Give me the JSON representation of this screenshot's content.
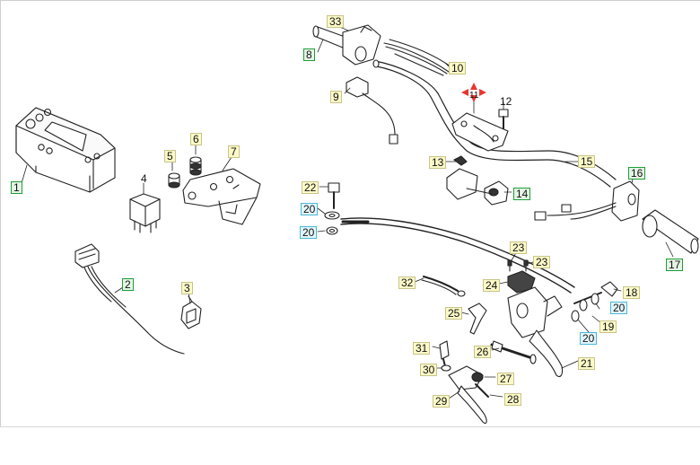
{
  "labels": [
    {
      "id": "p1",
      "text": "1",
      "kind": "green"
    },
    {
      "id": "p2",
      "text": "2",
      "kind": "green"
    },
    {
      "id": "p3",
      "text": "3",
      "kind": "yellow"
    },
    {
      "id": "p4",
      "text": "4",
      "kind": "plain"
    },
    {
      "id": "p5",
      "text": "5",
      "kind": "yellow"
    },
    {
      "id": "p6",
      "text": "6",
      "kind": "yellow"
    },
    {
      "id": "p7",
      "text": "7",
      "kind": "yellow"
    },
    {
      "id": "p8",
      "text": "8",
      "kind": "green"
    },
    {
      "id": "p33",
      "text": "33",
      "kind": "yellow"
    },
    {
      "id": "p9",
      "text": "9",
      "kind": "yellow"
    },
    {
      "id": "p10",
      "text": "10",
      "kind": "yellow"
    },
    {
      "id": "p11",
      "text": "11",
      "kind": "red"
    },
    {
      "id": "p12",
      "text": "12",
      "kind": "plain"
    },
    {
      "id": "p13",
      "text": "13",
      "kind": "yellow"
    },
    {
      "id": "p14",
      "text": "14",
      "kind": "green"
    },
    {
      "id": "p15",
      "text": "15",
      "kind": "yellow"
    },
    {
      "id": "p16",
      "text": "16",
      "kind": "green"
    },
    {
      "id": "p17",
      "text": "17",
      "kind": "green"
    },
    {
      "id": "p18",
      "text": "18",
      "kind": "yellow"
    },
    {
      "id": "p19",
      "text": "19",
      "kind": "yellow"
    },
    {
      "id": "p20a",
      "text": "20",
      "kind": "cyan"
    },
    {
      "id": "p20b",
      "text": "20",
      "kind": "cyan"
    },
    {
      "id": "p20c",
      "text": "20",
      "kind": "cyan"
    },
    {
      "id": "p20d",
      "text": "20",
      "kind": "cyan"
    },
    {
      "id": "p21",
      "text": "21",
      "kind": "yellow"
    },
    {
      "id": "p22",
      "text": "22",
      "kind": "yellow"
    },
    {
      "id": "p23a",
      "text": "23",
      "kind": "yellow"
    },
    {
      "id": "p23b",
      "text": "23",
      "kind": "yellow"
    },
    {
      "id": "p24",
      "text": "24",
      "kind": "yellow"
    },
    {
      "id": "p25",
      "text": "25",
      "kind": "yellow"
    },
    {
      "id": "p26",
      "text": "26",
      "kind": "yellow"
    },
    {
      "id": "p27",
      "text": "27",
      "kind": "yellow"
    },
    {
      "id": "p28",
      "text": "28",
      "kind": "yellow"
    },
    {
      "id": "p29",
      "text": "29",
      "kind": "yellow"
    },
    {
      "id": "p30",
      "text": "30",
      "kind": "yellow"
    },
    {
      "id": "p31",
      "text": "31",
      "kind": "yellow"
    },
    {
      "id": "p32",
      "text": "32",
      "kind": "yellow"
    }
  ],
  "colors": {
    "yellow_fill": "#fbf9c7",
    "yellow_border": "#c8c48a",
    "green_fill": "#e5f4e5",
    "green_border": "#1e9e3a",
    "cyan_fill": "#e3f6fb",
    "cyan_border": "#4ab8d8",
    "red_marker": "#e8362e",
    "line": "#222222"
  }
}
